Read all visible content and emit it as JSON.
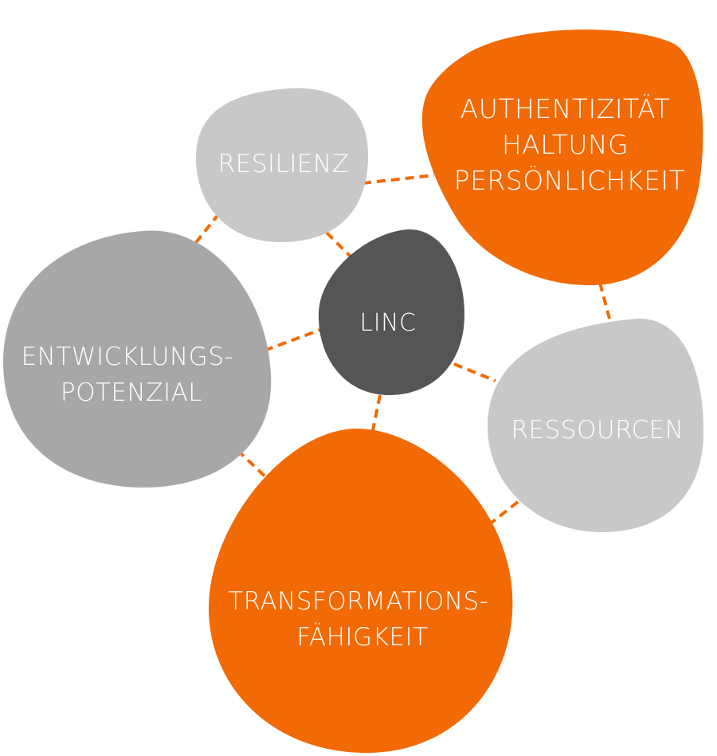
{
  "colors": {
    "orange": "#f26a05",
    "gray_light": "#c8c8c8",
    "gray_mid": "#a7a7a7",
    "gray_dark": "#555555",
    "connector": "#f26a05",
    "text": "#ffffff"
  },
  "nodes": {
    "center": {
      "lines": [
        "LINC"
      ]
    },
    "resilienz": {
      "lines": [
        "RESILIENZ"
      ]
    },
    "authentizitaet": {
      "lines": [
        "AUTHENTIZITÄT",
        "HALTUNG",
        "PERSÖNLICHKEIT"
      ]
    },
    "entwicklungspotenzial": {
      "lines": [
        "ENTWICKLUNGS-",
        "POTENZIAL"
      ]
    },
    "ressourcen": {
      "lines": [
        "RESSOURCEN"
      ]
    },
    "transformationsfaehigkeit": {
      "lines": [
        "TRANSFORMATIONS-",
        "FÄHIGKEIT"
      ]
    }
  }
}
